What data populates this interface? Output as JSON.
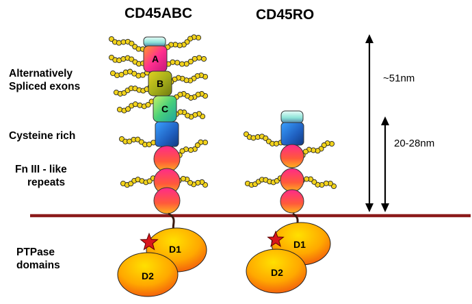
{
  "titles": {
    "left": "CD45ABC",
    "right": "CD45RO"
  },
  "side_labels": {
    "exons_1": "Alternatively",
    "exons_2": "Spliced exons",
    "cys": "Cysteine rich",
    "fn_1": "Fn III - like",
    "fn_2": "repeats",
    "ptp_1": "PTPase",
    "ptp_2": "domains"
  },
  "exons": {
    "a": "A",
    "b": "B",
    "c": "C"
  },
  "domains": {
    "d1": "D1",
    "d2": "D2"
  },
  "measurements": {
    "long": "~51nm",
    "short": "20-28nm"
  },
  "colors": {
    "membrane": "#8b1a1a",
    "glycan": "#f2d31c",
    "cysteine": "#1f5fbf",
    "star": "#d8161c"
  }
}
